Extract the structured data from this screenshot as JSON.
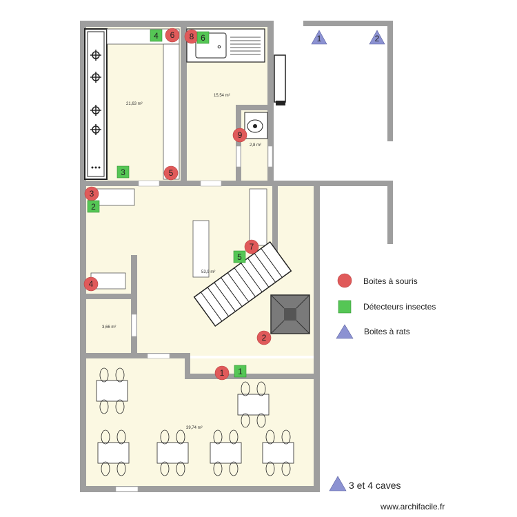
{
  "colors": {
    "wall": "#9e9e9e",
    "floor": "#fbf8e2",
    "mouse_trap": "#e05a5a",
    "insect_detector": "#55c655",
    "rat_box": "#8c92d2"
  },
  "areas": {
    "kitchen": "21,63 m²",
    "dish_room": "15,54 m²",
    "wc": "2,8 m²",
    "main": "53,9 m²",
    "storage": "3,66 m²",
    "dining": "39,74 m²"
  },
  "markers": {
    "mouse_traps": [
      "1",
      "2",
      "3",
      "4",
      "5",
      "6",
      "7",
      "8",
      "9"
    ],
    "insect_detectors": [
      "1",
      "2",
      "3",
      "4",
      "5",
      "6"
    ],
    "rat_boxes": [
      "1",
      "2"
    ]
  },
  "legend": {
    "mouse_trap": "Boites à souris",
    "insect_detector": "Détecteurs insectes",
    "rat_box": "Boites à rats",
    "icon_mouse_trap": "circle-icon",
    "icon_insect_detector": "square-icon",
    "icon_rat_box": "triangle-icon"
  },
  "caves_note": "3 et 4 caves",
  "branding": "www.archifacile.fr"
}
